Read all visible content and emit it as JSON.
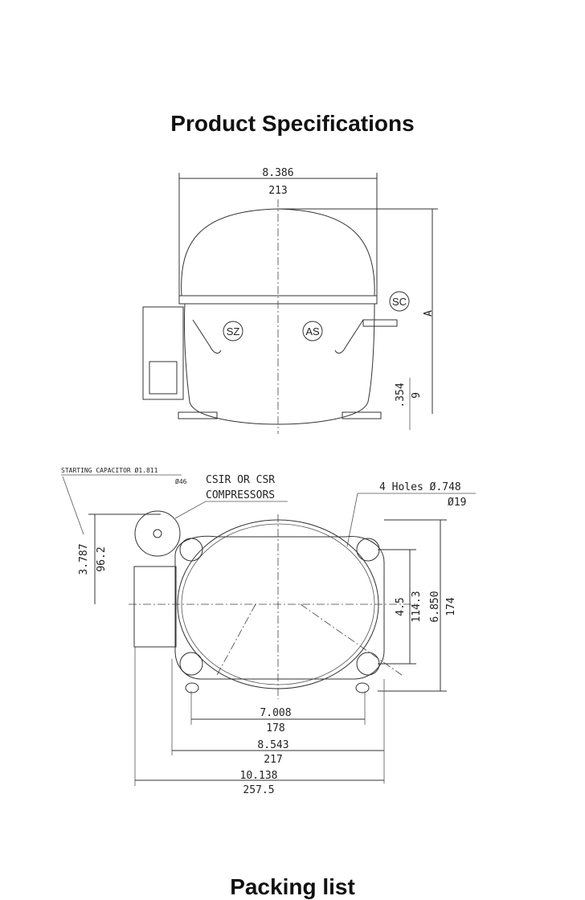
{
  "sections": {
    "specs_title": "Product Specifications",
    "packing_title": "Packing list"
  },
  "side_view": {
    "width_in": "8.386",
    "width_mm": "213",
    "height_label": "A",
    "foot_in": ".354",
    "foot_mm": "9",
    "labels": [
      "SZ",
      "AS",
      "SC"
    ]
  },
  "top_view": {
    "capacitor_note_line1": "STARTING CAPACITOR Ø1.811",
    "capacitor_note_line2": "Ø46",
    "compressor_note_line1": "CSIR OR CSR",
    "compressor_note_line2": "COMPRESSORS",
    "holes_line1": "4 Holes Ø.748",
    "holes_line2": "Ø19",
    "cap_offset_in": "3.787",
    "cap_offset_mm": "96.2",
    "hole_pitch_y_in": "4.5",
    "hole_pitch_y_mm": "114.3",
    "depth_in": "6.850",
    "depth_mm": "174",
    "hole_pitch_x_in": "7.008",
    "hole_pitch_x_mm": "178",
    "base_width_in": "8.543",
    "base_width_mm": "217",
    "overall_width_in": "10.138",
    "overall_width_mm": "257.5"
  }
}
